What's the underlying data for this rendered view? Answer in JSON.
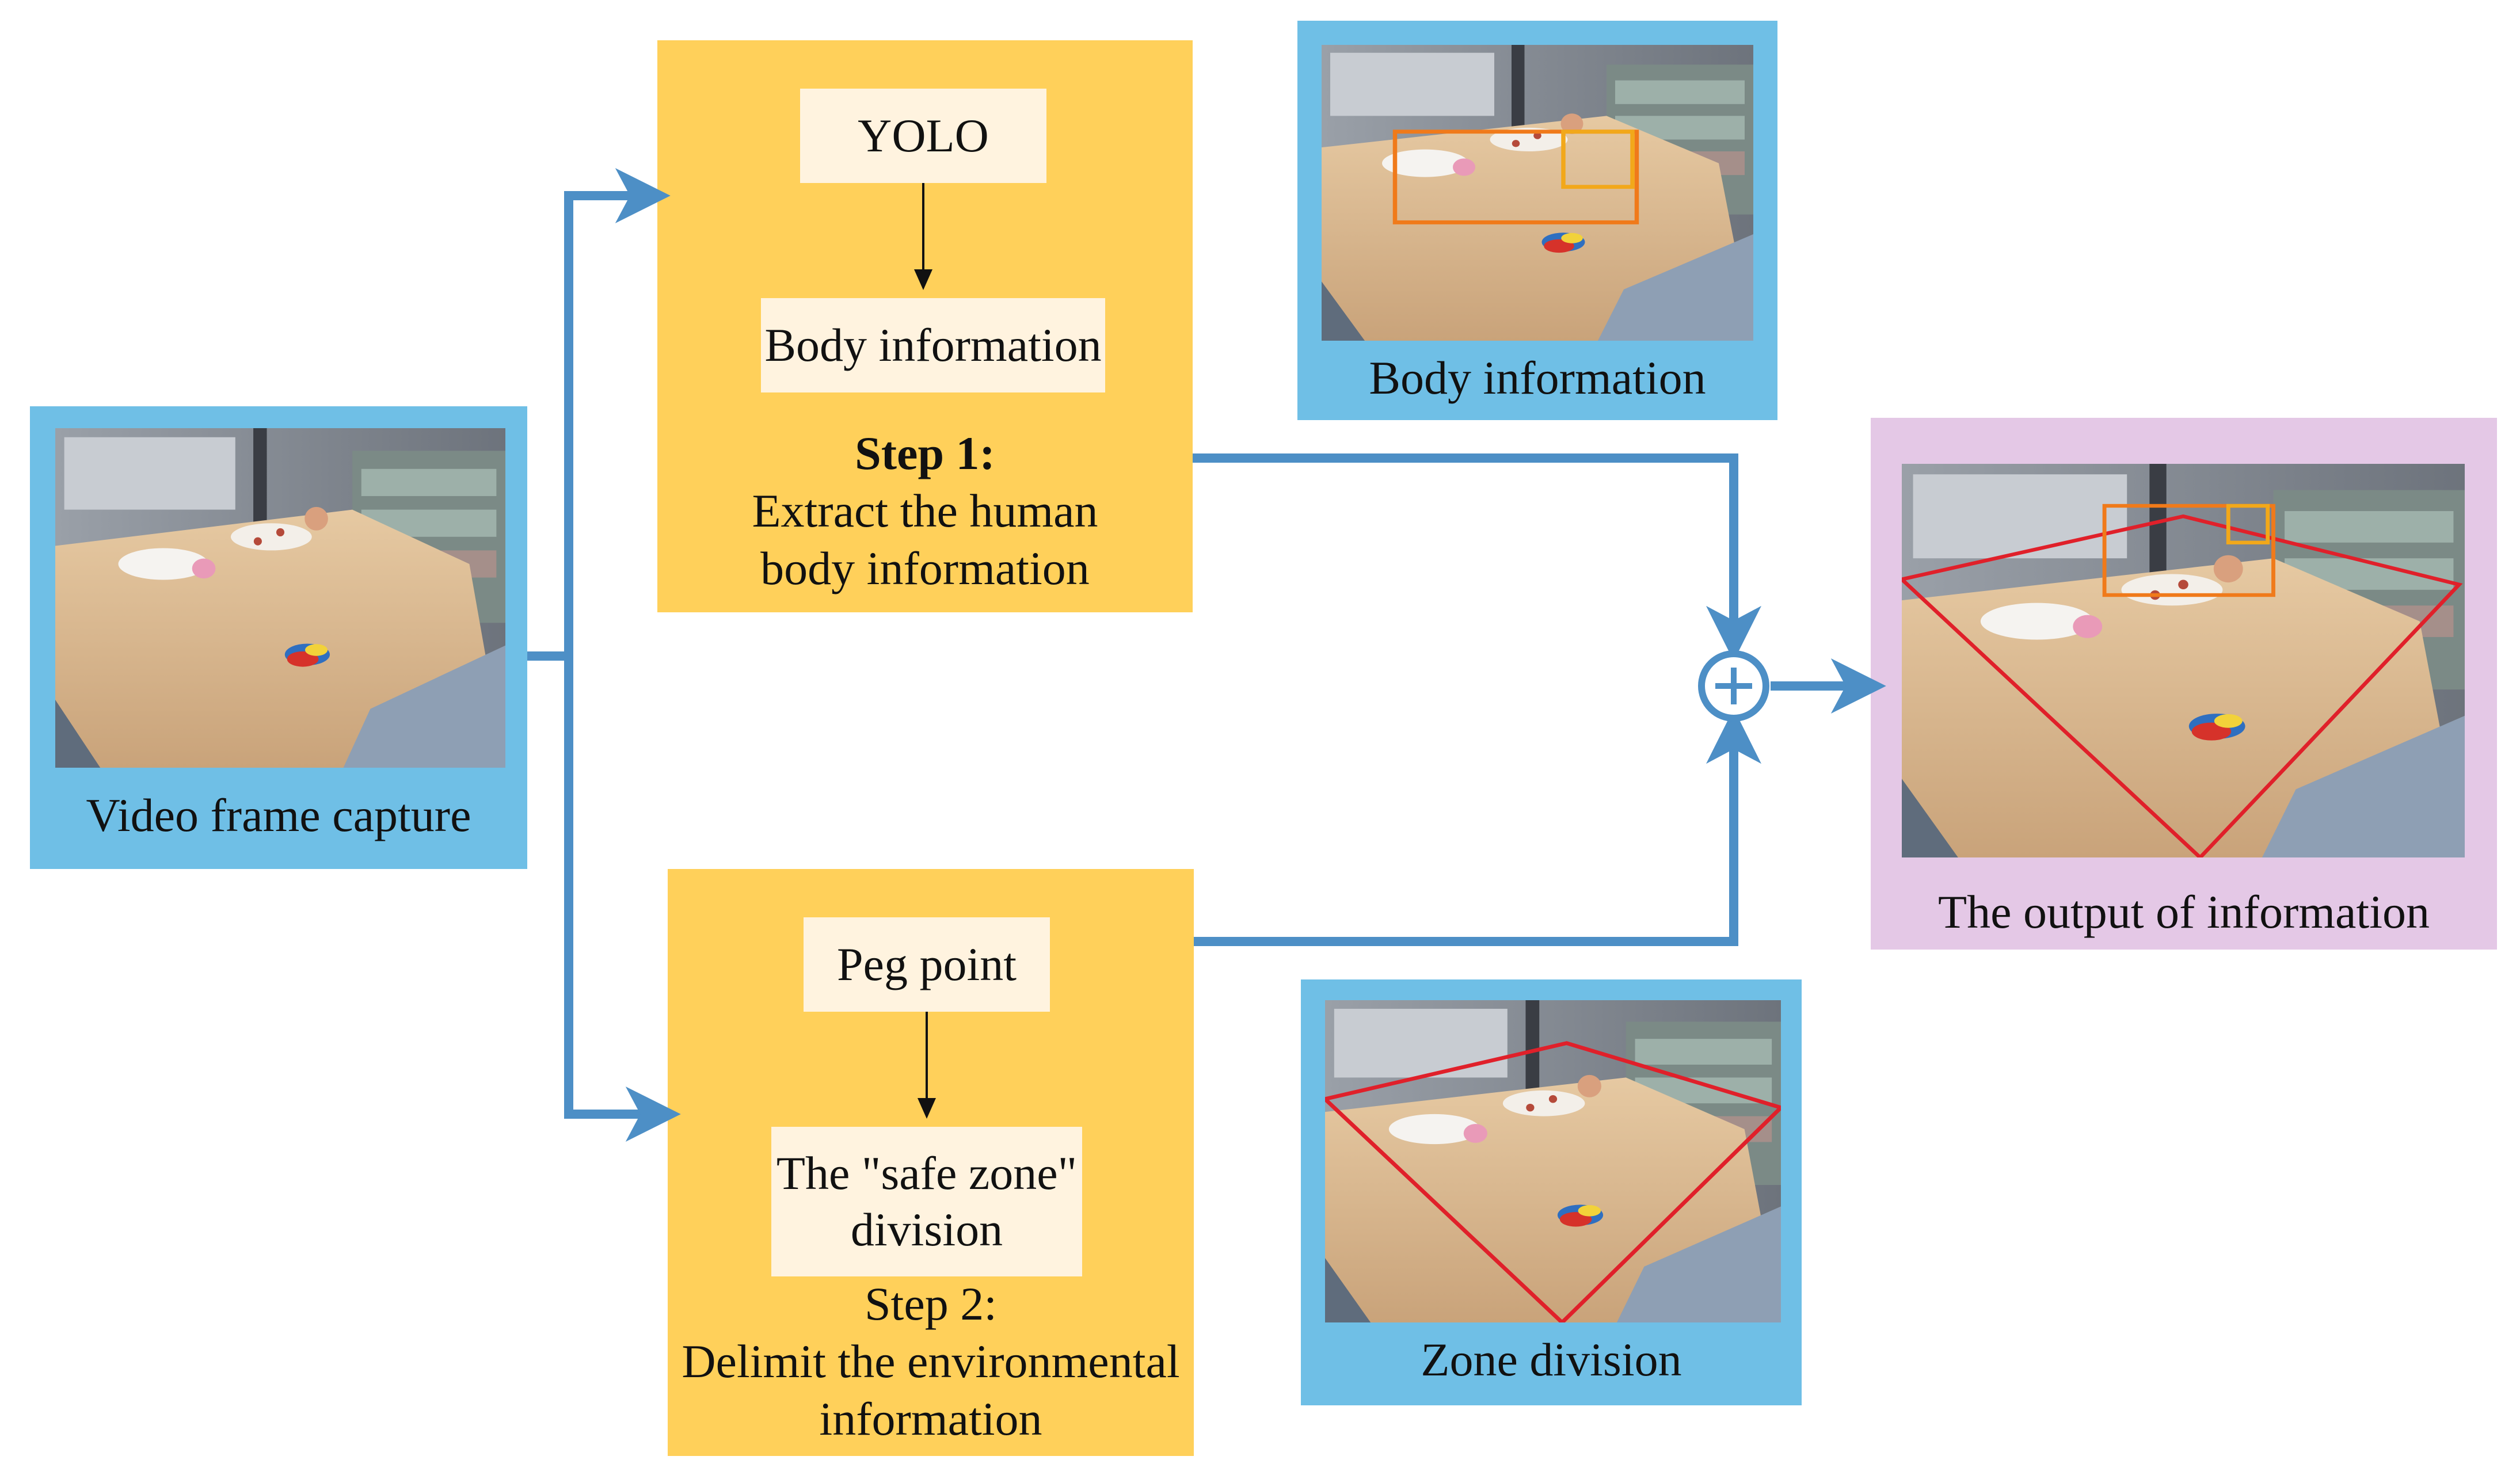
{
  "video_frame": {
    "caption": "Video frame capture"
  },
  "step1": {
    "node_top": "YOLO",
    "node_bottom": "Body information",
    "title": "Step 1:",
    "line1": "Extract the human",
    "line2": "body information"
  },
  "step2": {
    "node_top": "Peg point",
    "node_bottom_line1": "The \"safe zone\"",
    "node_bottom_line2": "division",
    "title": "Step 2:",
    "line1": "Delimit the environmental",
    "line2": "information"
  },
  "body_info_panel": {
    "caption": "Body information"
  },
  "zone_panel": {
    "caption": "Zone division"
  },
  "output_panel": {
    "caption": "The output of information"
  },
  "combine_node": {
    "symbol": "+"
  },
  "colors": {
    "panel_blue": "#6fbfe6",
    "panel_yellow": "#ffd05a",
    "panel_purple": "#e4c8e6",
    "node_cream": "#fff3df",
    "arrow_blue": "#4d8fc6",
    "box_orange": "#f07a1a",
    "box_gold": "#f2a81a",
    "zone_red": "#e0202a"
  }
}
